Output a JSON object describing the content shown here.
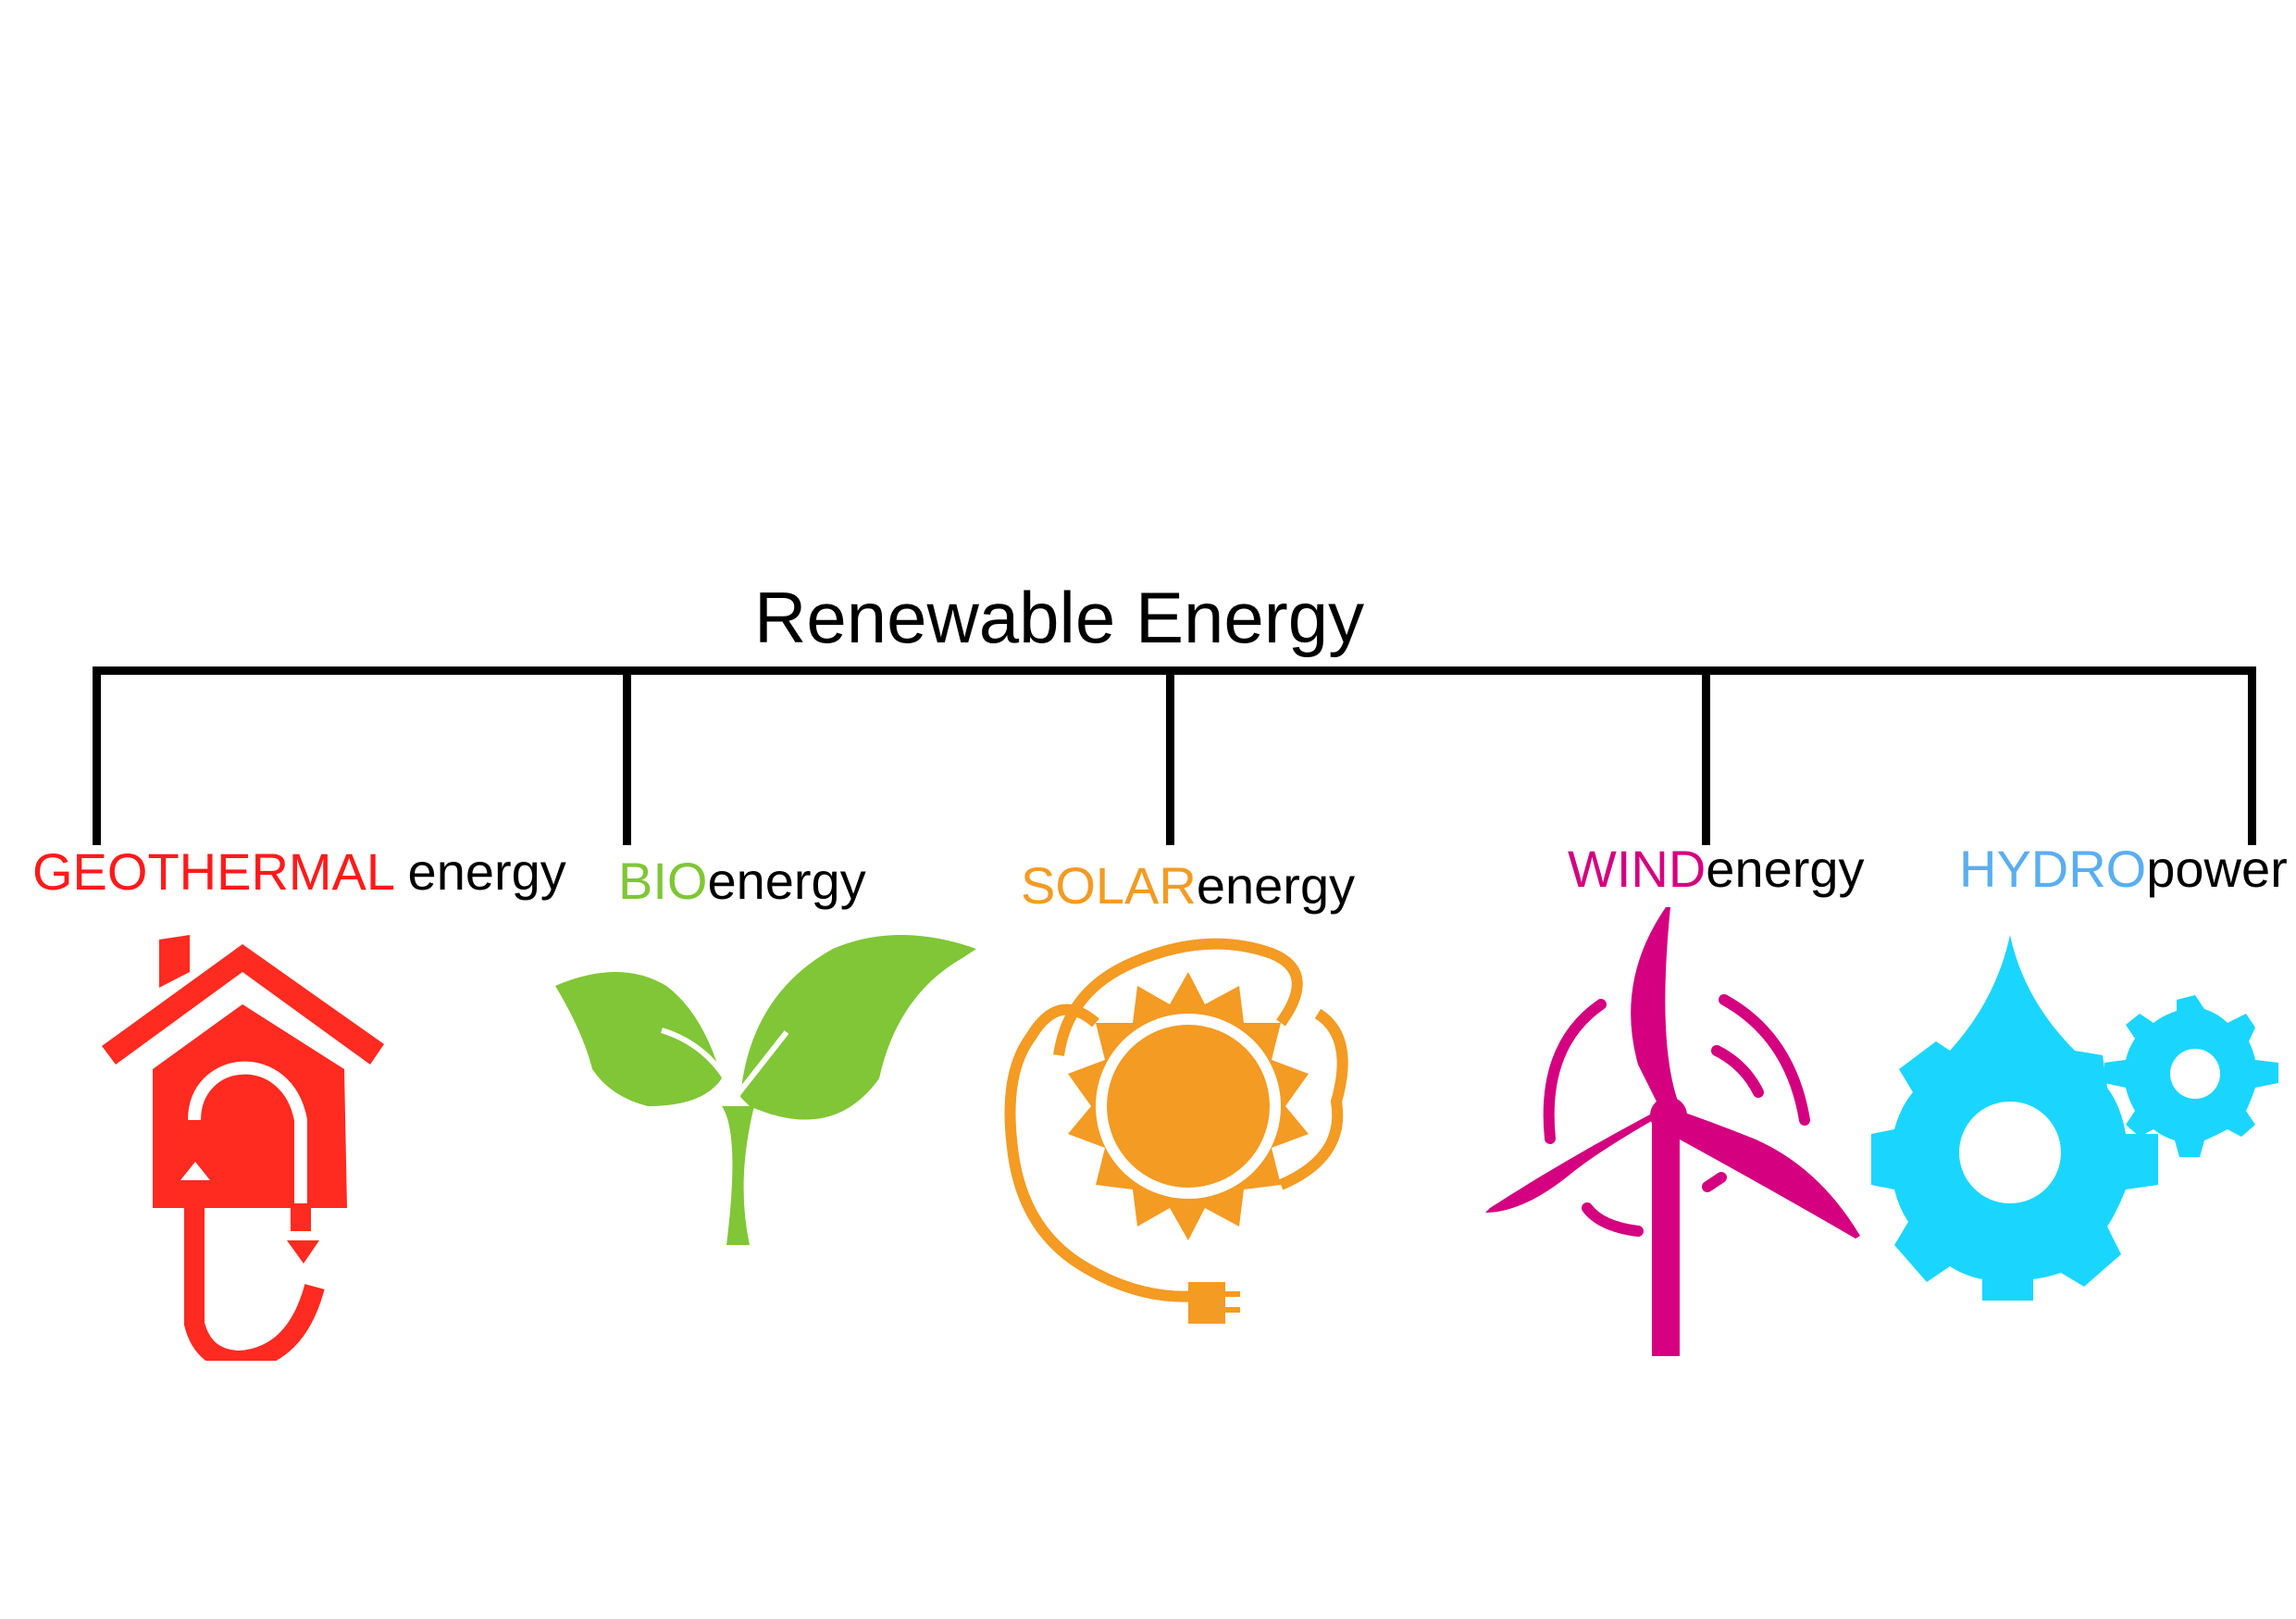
{
  "title": "Renewable Energy",
  "branches": [
    {
      "key": "GEOTHERMAL",
      "suffix": " energy",
      "color": "#ff1a1a",
      "icon": "house-geothermal-icon"
    },
    {
      "key": "BIO",
      "suffix": "energy",
      "color": "#80c636",
      "icon": "sprout-icon"
    },
    {
      "key": "SOLAR",
      "suffix": "energy",
      "color": "#f39b23",
      "icon": "sun-plug-icon"
    },
    {
      "key": "WIND",
      "suffix": "energy",
      "color": "#d4007f",
      "icon": "wind-turbine-icon"
    },
    {
      "key": "HYDRO",
      "suffix": "power",
      "color": "#5aaef0",
      "icon": "water-drop-gear-icon"
    }
  ]
}
